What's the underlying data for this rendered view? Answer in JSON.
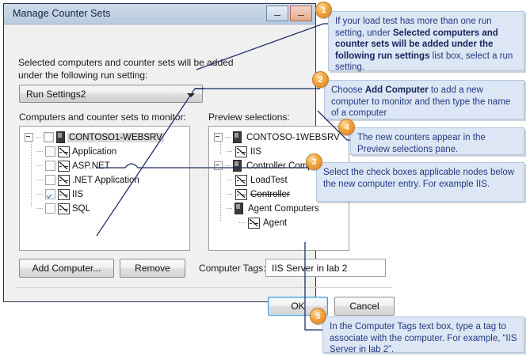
{
  "dialog": {
    "title": "Manage Counter Sets",
    "intro_label": "Selected computers and counter sets will be added under the following run setting:",
    "run_setting": {
      "value": "Run Settings2"
    },
    "left_pane_label": "Computers and counter sets to monitor:",
    "right_pane_label": "Preview selections:",
    "left_tree": [
      {
        "label": "CONTOSO1-WEBSRV",
        "icon": "computer-icon",
        "checkbox": "unchecked",
        "selected": true,
        "level": 0,
        "expander": "minus"
      },
      {
        "label": "Application",
        "icon": "chart-icon",
        "checkbox": "unchecked",
        "level": 1
      },
      {
        "label": "ASP.NET",
        "icon": "chart-icon",
        "checkbox": "unchecked",
        "level": 1
      },
      {
        "label": ".NET Application",
        "icon": "chart-icon",
        "checkbox": "unchecked",
        "level": 1
      },
      {
        "label": "IIS",
        "icon": "chart-icon",
        "checkbox": "checked",
        "level": 1
      },
      {
        "label": "SQL",
        "icon": "chart-icon",
        "checkbox": "unchecked",
        "level": 1
      }
    ],
    "right_tree": [
      {
        "label": "CONTOSO-1WEBSRV",
        "icon": "computer-icon",
        "level": 0,
        "expander": "minus"
      },
      {
        "label": "IIS",
        "icon": "chart-icon",
        "level": 1
      },
      {
        "label": "Controller Computer",
        "icon": "computer-icon",
        "level": 0,
        "expander": "minus"
      },
      {
        "label": "LoadTest",
        "icon": "chart-icon",
        "level": 1
      },
      {
        "label": "Controller",
        "icon": "chart-icon",
        "level": 1
      },
      {
        "label": "Agent Computers",
        "icon": "computer-icon",
        "level": 0
      },
      {
        "label": "Agent",
        "icon": "chart-icon",
        "level": 1
      }
    ],
    "buttons": {
      "add_computer": "Add Computer...",
      "remove": "Remove",
      "ok": "OK",
      "cancel": "Cancel"
    },
    "tags": {
      "label": "Computer Tags:",
      "value": "IIS Server in lab 2"
    },
    "window_controls": [
      "minimize-button",
      "close-button"
    ]
  },
  "callouts": [
    {
      "number": "1",
      "text_parts": [
        {
          "t": "If your load test has more than one run setting, under ",
          "b": false
        },
        {
          "t": "Selected computers and counter sets will be added under the following run settings",
          "b": true
        },
        {
          "t": " list box, select a run setting.",
          "b": false
        }
      ]
    },
    {
      "number": "2",
      "text_parts": [
        {
          "t": "Choose ",
          "b": false
        },
        {
          "t": "Add Computer",
          "b": true
        },
        {
          "t": " to add a new computer to monitor and then type the name of a computer",
          "b": false
        }
      ]
    },
    {
      "number": "3",
      "text_parts": [
        {
          "t": "Select the check boxes applicable nodes below the new computer entry. For example IIS.",
          "b": false
        }
      ]
    },
    {
      "number": "4",
      "text_parts": [
        {
          "t": "The new counters appear in the Preview selections pane.",
          "b": false
        }
      ]
    },
    {
      "number": "5",
      "text_parts": [
        {
          "t": "In the Computer Tags text box, type a tag to associate with the computer. For example, “IIS Server in lab 2”.",
          "b": false
        }
      ]
    }
  ],
  "colors": {
    "callout_bg": "#dce6f4",
    "callout_text": "#253a80",
    "badge": "#f1a43a",
    "leader_line": "#1f2f66",
    "titlebar": "#c3d2e4",
    "dialog_bg": "#f0f0f0",
    "ok_focus_border": "#3c9ad6"
  }
}
